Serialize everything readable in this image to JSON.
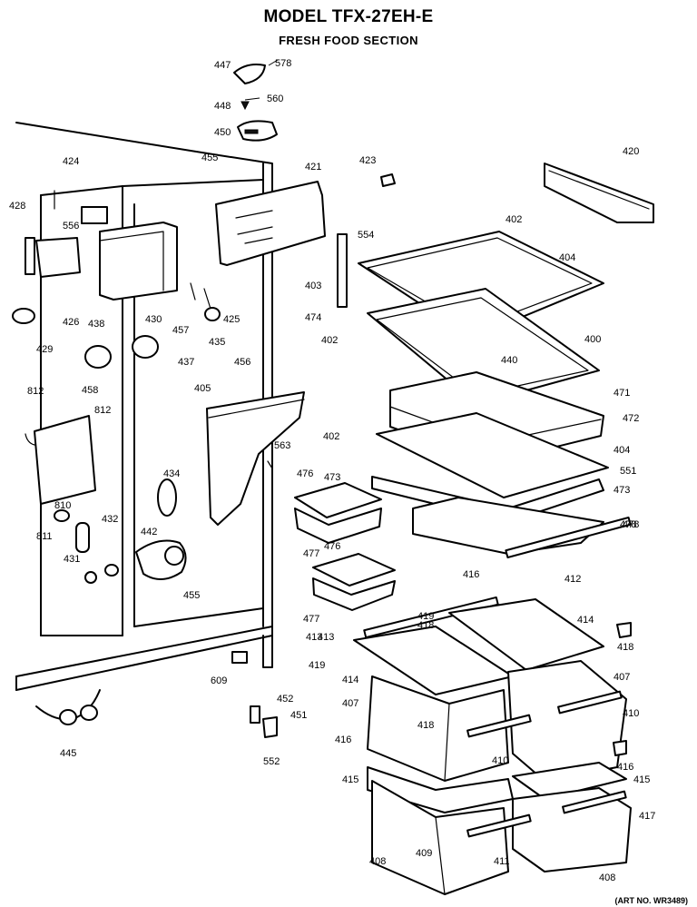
{
  "header": {
    "title": "MODEL TFX-27EH-E",
    "subtitle": "FRESH FOOD SECTION"
  },
  "footer": {
    "art_number": "(ART NO. WR3489)"
  },
  "callouts": [
    "447",
    "578",
    "448",
    "560",
    "450",
    "420",
    "423",
    "421",
    "455",
    "424",
    "428",
    "556",
    "402",
    "554",
    "404",
    "403",
    "426",
    "430",
    "425",
    "474",
    "429",
    "438",
    "457",
    "435",
    "402",
    "400",
    "437",
    "456",
    "440",
    "812",
    "458",
    "405",
    "812",
    "471",
    "402",
    "472",
    "563",
    "404",
    "551",
    "476",
    "473",
    "434",
    "473",
    "810",
    "478",
    "811",
    "432",
    "477",
    "476",
    "442",
    "478",
    "431",
    "416",
    "412",
    "477",
    "455",
    "419",
    "414",
    "413",
    "418",
    "419",
    "418",
    "414",
    "407",
    "413",
    "609",
    "452",
    "407",
    "410",
    "451",
    "418",
    "410",
    "445",
    "416",
    "552",
    "415",
    "415",
    "416",
    "417",
    "408",
    "409",
    "411",
    "408"
  ]
}
